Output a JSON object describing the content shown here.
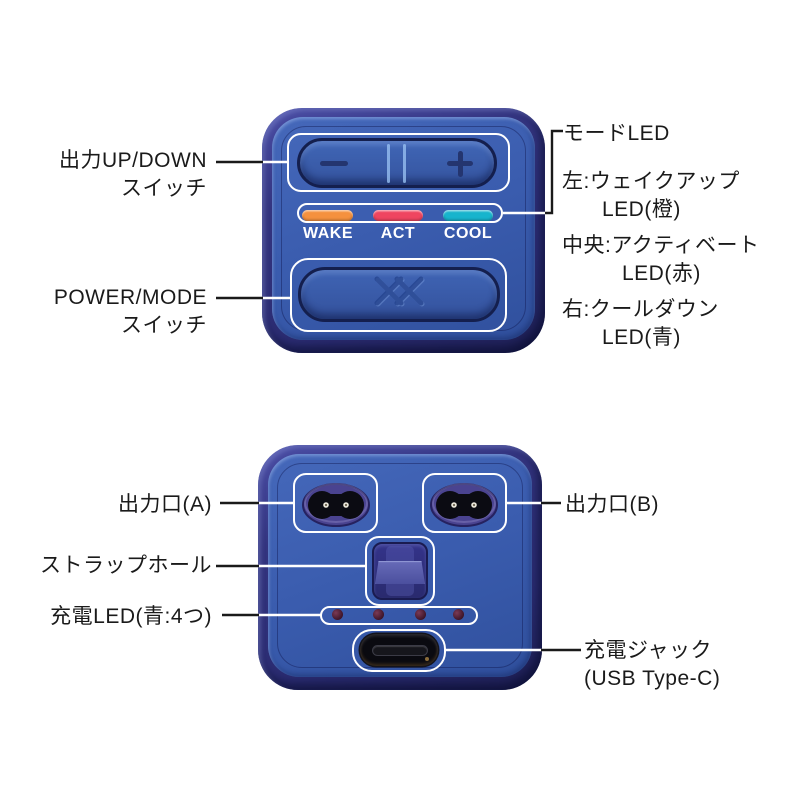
{
  "colors": {
    "device_shell": "#2f307c",
    "device_face": "#3a5cae",
    "outline_white": "#ffffff",
    "label_text": "#1a1a1a",
    "led_orange": "#f5913e",
    "led_red": "#ef4560",
    "led_cyan": "#17b4cd"
  },
  "top_view": {
    "leds": [
      {
        "label": "WAKE",
        "color": "#f5913e"
      },
      {
        "label": "ACT",
        "color": "#ef4560"
      },
      {
        "label": "COOL",
        "color": "#17b4cd"
      }
    ],
    "callouts": {
      "up_down": [
        "出力UP/DOWN",
        "スイッチ"
      ],
      "power_mode": [
        "POWER/MODE",
        "スイッチ"
      ],
      "mode_led": "モードLED",
      "wake": [
        "左:ウェイクアップ",
        "LED(橙)"
      ],
      "act": [
        "中央:アクティベート",
        "LED(赤)"
      ],
      "cool": [
        "右:クールダウン",
        "LED(青)"
      ]
    }
  },
  "bottom_view": {
    "callouts": {
      "port_a": "出力口(A)",
      "port_b": "出力口(B)",
      "strap_hole": "ストラップホール",
      "charge_led": "充電LED(青:4つ)",
      "charge_jack": [
        "充電ジャック",
        "(USB Type-C)"
      ]
    }
  }
}
